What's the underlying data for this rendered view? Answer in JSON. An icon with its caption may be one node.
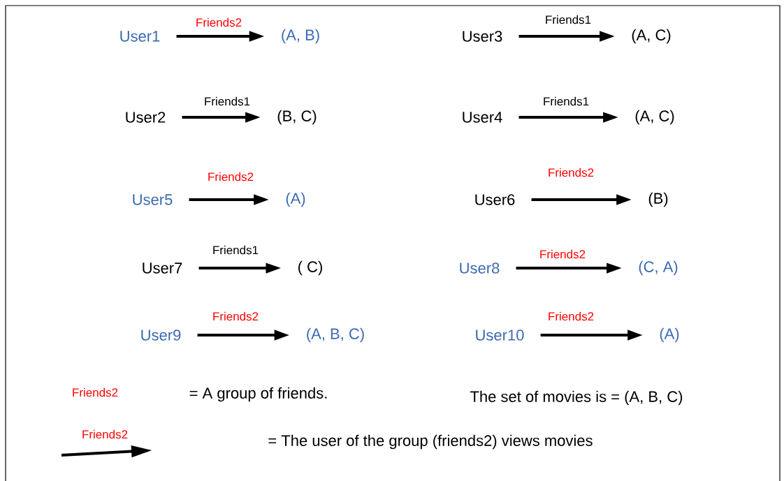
{
  "diagram": {
    "nodes": [
      {
        "text": [
          "User1"
        ]
      },
      {
        "text": [
          "(A, B)"
        ]
      },
      {
        "text": [
          "User3"
        ]
      },
      {
        "text": [
          "(A,  C)"
        ]
      },
      {
        "text": [
          "User2"
        ]
      },
      {
        "text": [
          "(B, C)"
        ]
      },
      {
        "text": [
          "User4"
        ]
      },
      {
        "text": [
          "(A, C)"
        ]
      },
      {
        "text": [
          "User5"
        ]
      },
      {
        "text": [
          "(A)"
        ]
      },
      {
        "text": [
          "User6"
        ]
      },
      {
        "text": [
          "(B)"
        ]
      },
      {
        "text": [
          "User7"
        ]
      },
      {
        "text": [
          "( C)"
        ]
      },
      {
        "text": [
          "User8"
        ]
      },
      {
        "text": [
          "(C, A)"
        ]
      },
      {
        "text": [
          "User9"
        ]
      },
      {
        "text": [
          "(A, B, C)"
        ]
      },
      {
        "text": [
          "User10"
        ]
      },
      {
        "text": [
          "(A)"
        ]
      }
    ],
    "edges": [
      {
        "from": 0,
        "to": 1,
        "arrow": "to",
        "label": "Friends2"
      },
      {
        "from": 2,
        "to": 3,
        "arrow": "to",
        "label": "Friends1"
      },
      {
        "from": 4,
        "to": 5,
        "arrow": "to",
        "label": "Friends1"
      },
      {
        "from": 6,
        "to": 7,
        "arrow": "to",
        "label": "Friends1"
      },
      {
        "from": 8,
        "to": 9,
        "arrow": "to",
        "label": "Friends2"
      },
      {
        "from": 10,
        "to": 11,
        "arrow": "to",
        "label": "Friends2"
      },
      {
        "from": 12,
        "to": 13,
        "arrow": "to",
        "label": "Friends1"
      },
      {
        "from": 14,
        "to": 15,
        "arrow": "to",
        "label": "Friends2"
      },
      {
        "from": 16,
        "to": 17,
        "arrow": "to",
        "label": "Friends2"
      },
      {
        "from": 18,
        "to": 19,
        "arrow": "to",
        "label": "Friends2"
      }
    ],
    "labels": [
      "Friends2",
      "= A group of friends.",
      "The set of movies is  =  (A, B, C)",
      "Friends2",
      "= The user of the group (friends2) views movies"
    ]
  }
}
